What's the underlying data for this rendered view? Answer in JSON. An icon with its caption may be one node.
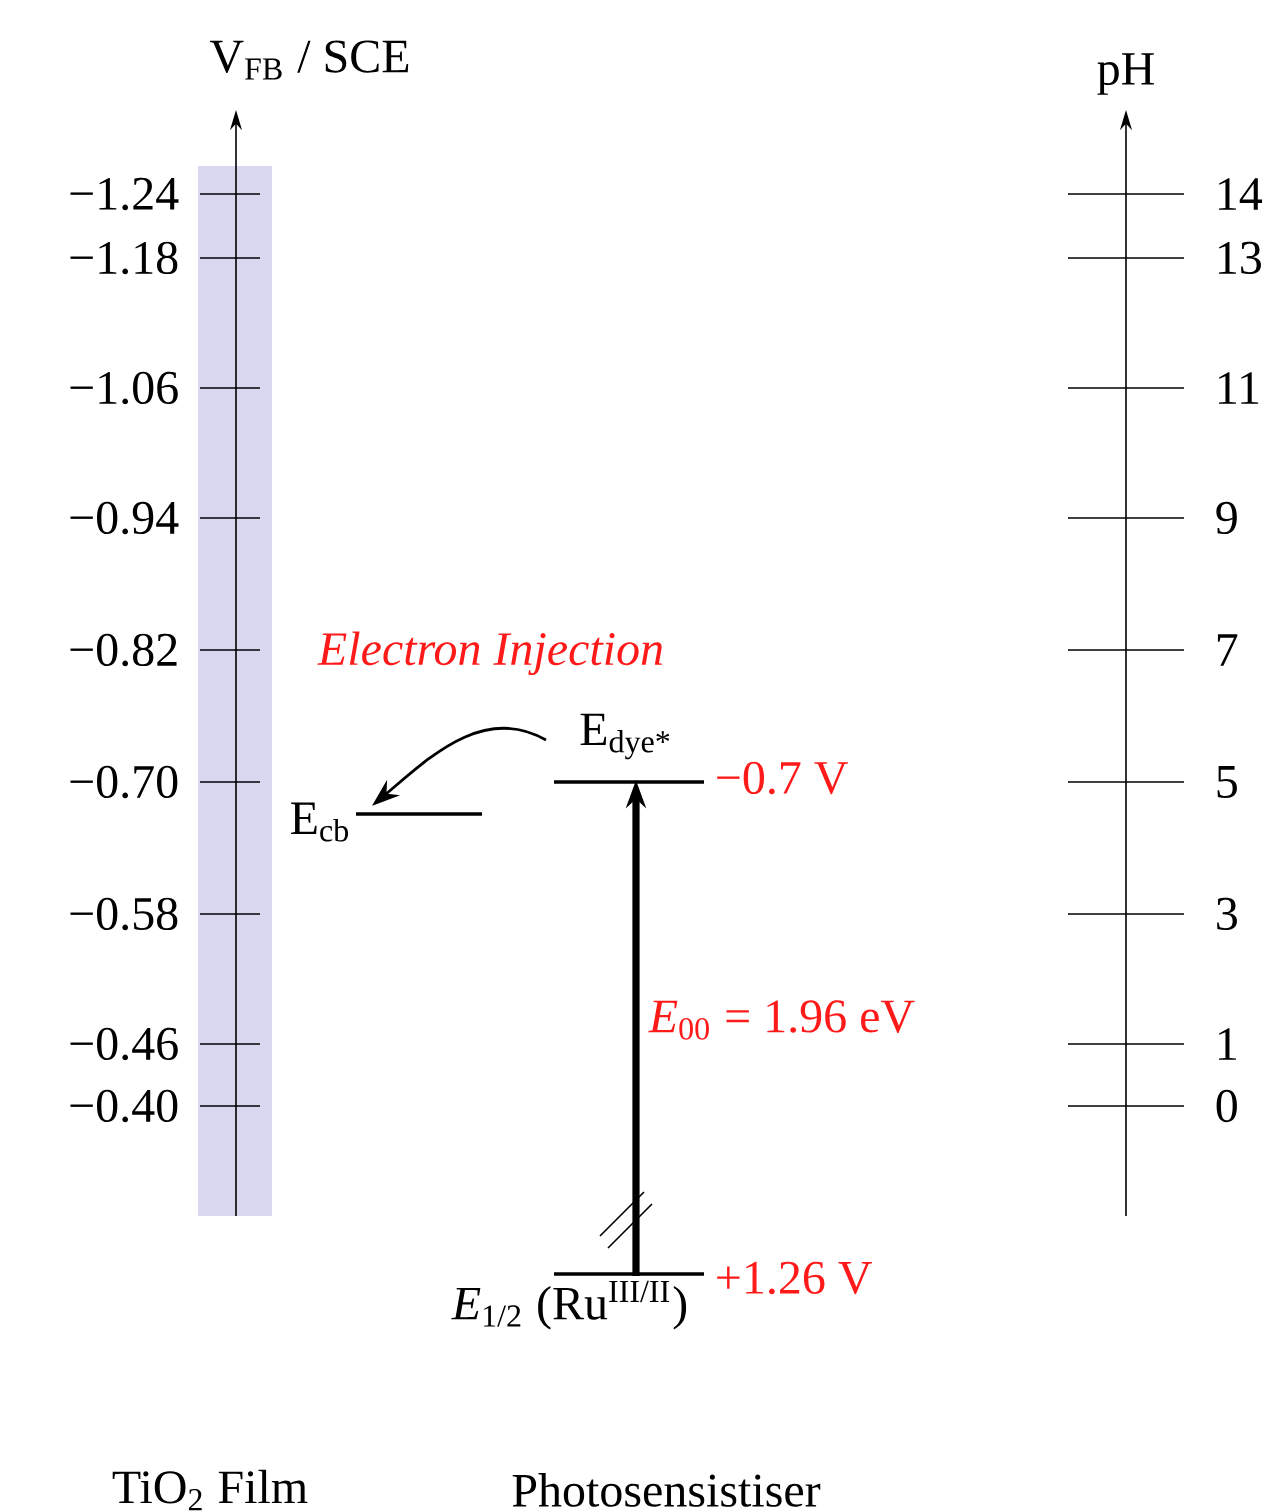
{
  "diagram": {
    "nodes": [
      {
        "text": [
          "E$_{cb}$"
        ]
      },
      {
        "text": [
          "E$_{dye*}$"
        ],
        "beside": [
          "−0.7 V"
        ]
      },
      {
        "text": [
          "*E*$_{1/2}$ (Ru$^{III/II}$)"
        ],
        "beside": [
          "+1.26 V"
        ]
      }
    ],
    "edges": [
      {
        "from": 1,
        "to": 0,
        "arrow": "to",
        "label": "Electron Injection"
      },
      {
        "from": 2,
        "to": 1,
        "arrow": "to",
        "style": "thick",
        "label": "*E*$_{00}$ = 1.96 eV"
      }
    ],
    "labels": [
      "V$_{FB}$ / SCE",
      "pH",
      "−1.24",
      "14",
      "−1.18",
      "13",
      "−1.06",
      "11",
      "−0.94",
      "9",
      "−0.82",
      "7",
      "−0.70",
      "5",
      "−0.58",
      "3",
      "−0.46",
      "1",
      "−0.40",
      "0",
      "TiO$_{2}$ Film",
      "Photosensistiser"
    ]
  }
}
